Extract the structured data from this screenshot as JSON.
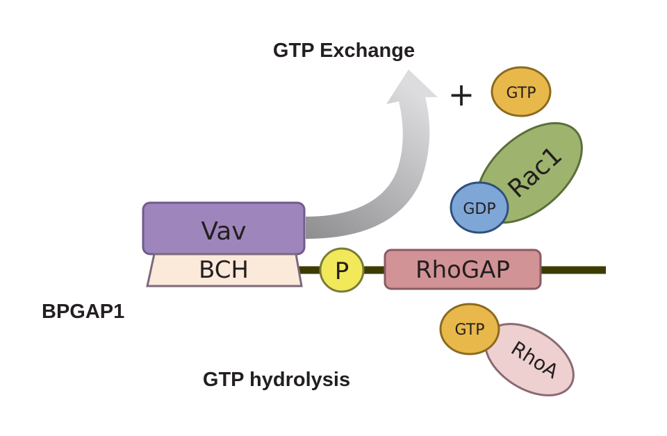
{
  "labels": {
    "top_title": "GTP Exchange",
    "bottom_title": "GTP hydrolysis",
    "protein_name": "BPGAP1",
    "plus_sign": "+"
  },
  "domains": {
    "vav": "Vav",
    "bch": "BCH",
    "phospho": "P",
    "rhogap": "RhoGAP"
  },
  "molecules": {
    "gtp_free": "GTP",
    "rac1": "Rac1",
    "gdp": "GDP",
    "gtp_bound": "GTP",
    "rhoa": "RhoA"
  },
  "colors": {
    "vav_fill": "#9e86bc",
    "vav_stroke": "#6f5a8e",
    "bch_fill": "#fbe9da",
    "bch_stroke": "#7a6a7a",
    "backbone": "#3c3c00",
    "phospho_fill": "#f1e95a",
    "phospho_stroke": "#7a7a3a",
    "rhogap_fill": "#d29396",
    "rhogap_stroke": "#8a5a62",
    "gtp_fill": "#e8b84a",
    "gtp_stroke": "#8a6a20",
    "rac1_fill": "#9eb46e",
    "rac1_stroke": "#5a6e3a",
    "gdp_fill": "#7ea6d6",
    "gdp_stroke": "#2f4f7e",
    "rhoa_fill": "#eed0d0",
    "rhoa_stroke": "#8a6a72",
    "arrow_dark": "#8e8e90",
    "arrow_light": "#dcdcdf"
  }
}
